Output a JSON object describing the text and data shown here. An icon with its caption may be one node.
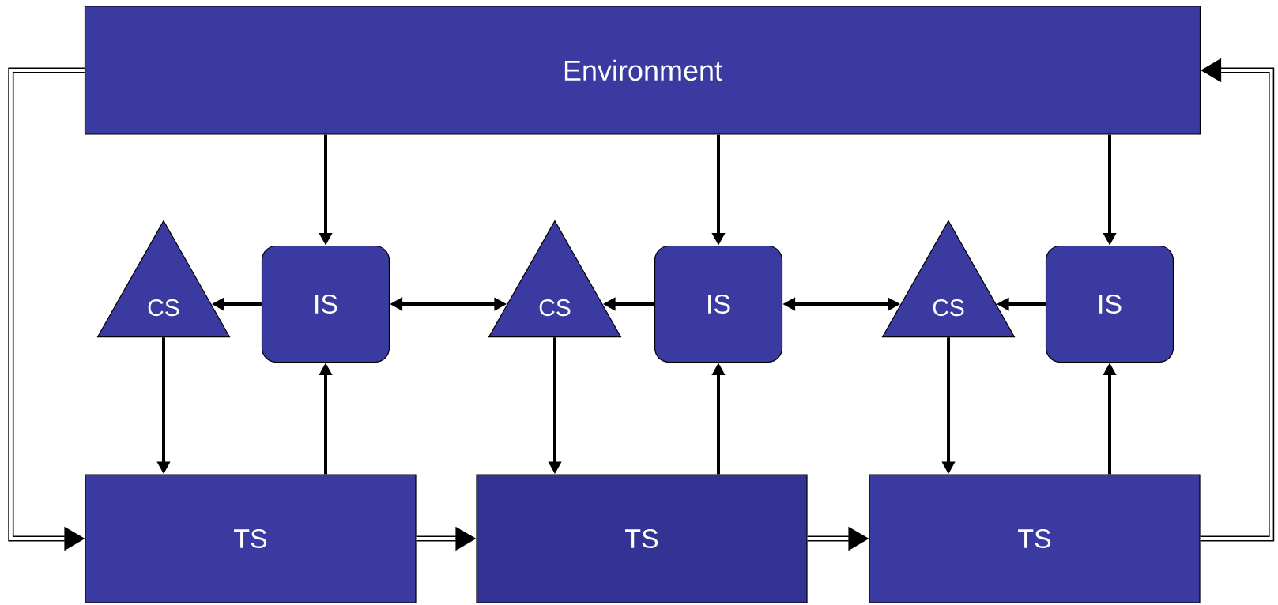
{
  "diagram": {
    "nodes": [
      {
        "text": [
          "Environment"
        ]
      },
      {
        "text": [
          "CS"
        ]
      },
      {
        "text": [
          "IS"
        ]
      },
      {
        "text": [
          "CS"
        ]
      },
      {
        "text": [
          "IS"
        ]
      },
      {
        "text": [
          "CS"
        ]
      },
      {
        "text": [
          "IS"
        ]
      },
      {
        "text": [
          "TS"
        ]
      },
      {
        "text": [
          "TS"
        ]
      },
      {
        "text": [
          "TS"
        ]
      }
    ],
    "edges": [
      {
        "from": 0,
        "to": 2,
        "arrow": "to"
      },
      {
        "from": 0,
        "to": 4,
        "arrow": "to"
      },
      {
        "from": 0,
        "to": 6,
        "arrow": "to"
      },
      {
        "from": 2,
        "to": 1,
        "arrow": "to"
      },
      {
        "from": 2,
        "to": 3,
        "arrow": "both"
      },
      {
        "from": 4,
        "to": 3,
        "arrow": "to"
      },
      {
        "from": 4,
        "to": 5,
        "arrow": "both"
      },
      {
        "from": 6,
        "to": 5,
        "arrow": "to"
      },
      {
        "from": 1,
        "to": 7,
        "arrow": "to"
      },
      {
        "from": 7,
        "to": 2,
        "arrow": "to"
      },
      {
        "from": 3,
        "to": 8,
        "arrow": "to"
      },
      {
        "from": 8,
        "to": 4,
        "arrow": "to"
      },
      {
        "from": 5,
        "to": 9,
        "arrow": "to"
      },
      {
        "from": 9,
        "to": 6,
        "arrow": "to"
      },
      {
        "from": 0,
        "to": 7,
        "arrow": "to",
        "style": "thick"
      },
      {
        "from": 7,
        "to": 8,
        "arrow": "to",
        "style": "thick"
      },
      {
        "from": 8,
        "to": 9,
        "arrow": "to",
        "style": "thick"
      },
      {
        "from": 9,
        "to": 0,
        "arrow": "to",
        "style": "thick"
      }
    ]
  }
}
